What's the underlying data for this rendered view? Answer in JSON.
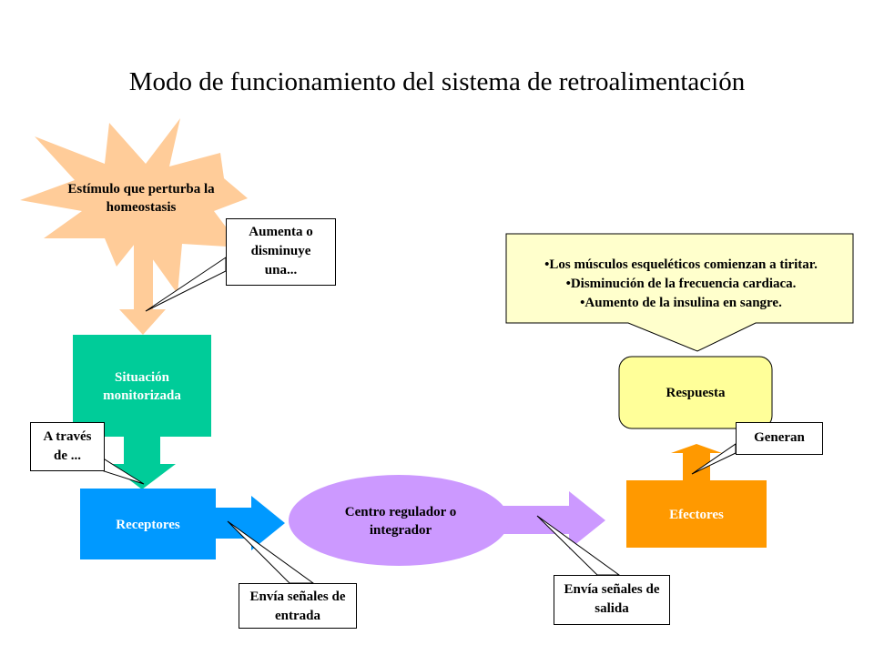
{
  "title": "Modo de funcionamiento del sistema de retroalimentación",
  "nodes": {
    "stimulus": "Estímulo que perturba la homeostasis",
    "situation": "Situación monitorizada",
    "receptors": "Receptores",
    "center": "Centro regulador o integrador",
    "effectors": "Efectores",
    "response": "Respuesta"
  },
  "callouts": {
    "increase": "Aumenta o disminuye una...",
    "through": "A través de ...",
    "input": "Envía señales de entrada",
    "output": "Envía señales de salida",
    "generate": "Generan"
  },
  "response_items": [
    "•Los músculos esqueléticos comienzan a tiritar.",
    "•Disminución de la frecuencia cardiaca.",
    "•Aumento de la insulina en sangre."
  ],
  "colors": {
    "stimulus": "#ffcc99",
    "situation": "#00cc99",
    "receptors": "#0099ff",
    "center": "#cc99ff",
    "effectors": "#ff9900",
    "response": "#ffff99",
    "response_callout": "#ffffcc"
  }
}
